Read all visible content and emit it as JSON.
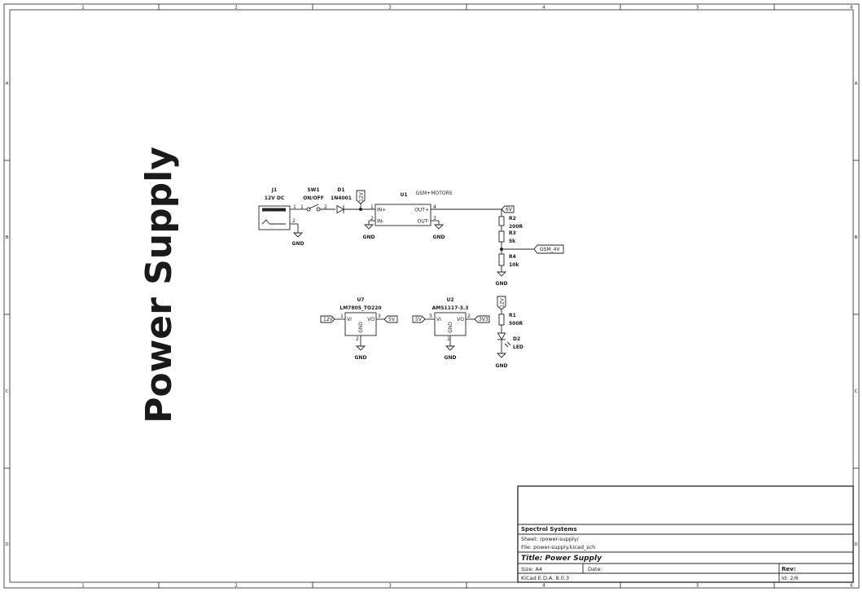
{
  "page_title": "Power Supply",
  "zones": {
    "columns": [
      "1",
      "2",
      "3",
      "4",
      "5",
      "6"
    ],
    "rows": [
      "A",
      "B",
      "C",
      "D"
    ]
  },
  "components": {
    "j1": {
      "ref": "J1",
      "value": "12V DC",
      "pin1": "1",
      "pin2": "2"
    },
    "sw1": {
      "ref": "SW1",
      "value": "ON/OFF",
      "pin1": "1",
      "pin2": "2"
    },
    "d1": {
      "ref": "D1",
      "value": "1N4001"
    },
    "u1": {
      "ref": "U1",
      "value": "GSM+MOTORS",
      "pin_in_plus": "IN+",
      "pin_in_minus": "IN-",
      "pin_out_plus": "OUT+",
      "pin_out_minus": "OUT-",
      "pin1": "1",
      "pin2": "2",
      "pin3": "3",
      "pin4": "4"
    },
    "r2": {
      "ref": "R2",
      "value": "200R"
    },
    "r3": {
      "ref": "R3",
      "value": "5k"
    },
    "r4": {
      "ref": "R4",
      "value": "10k"
    },
    "u7": {
      "ref": "U7",
      "value": "LM7805_TO220",
      "pin_vi": "VI",
      "pin_vo": "VO",
      "pin_gnd": "GND",
      "pin1": "1",
      "pin2": "2",
      "pin3": "3"
    },
    "u2": {
      "ref": "U2",
      "value": "AMS1117-3.3",
      "pin_vi": "VI",
      "pin_vo": "VO",
      "pin_gnd": "GND",
      "pin1": "1",
      "pin2": "2",
      "pin3": "3"
    },
    "r1": {
      "ref": "R1",
      "value": "500R"
    },
    "d2": {
      "ref": "D2",
      "value": "LED"
    }
  },
  "nets": {
    "gnd": "GND",
    "v12": "12V",
    "v6": "6V",
    "gsm4v": "GSM_4V",
    "v5": "5V",
    "v3v3": "3V3"
  },
  "title_block": {
    "company": "Spectrol Systems",
    "sheet": "Sheet: /power-supply/",
    "file": "File: power-supply.kicad_sch",
    "title": "Title: Power Supply",
    "size": "Size: A4",
    "date": "Date:",
    "rev": "Rev:",
    "tool": "KiCad E.D.A. 8.0.3",
    "id": "Id: 2/6"
  }
}
